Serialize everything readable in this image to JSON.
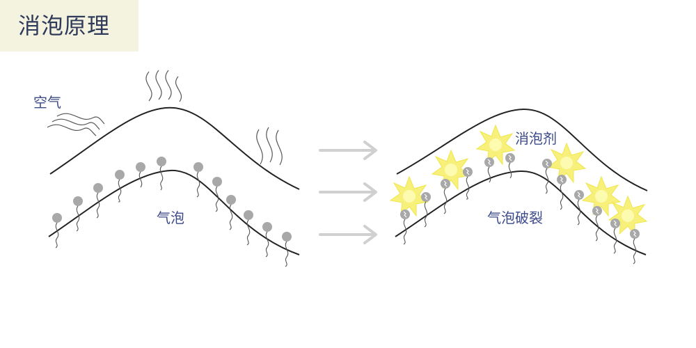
{
  "title": "消泡原理",
  "labels": {
    "air": "空气",
    "bubble": "气泡",
    "defoamer": "消泡剂",
    "bubble_burst": "气泡破裂"
  },
  "colors": {
    "title_bg": "#f3f3e0",
    "title_text": "#2f3a5a",
    "label_text": "#3c4a8a",
    "surfactant_head": "#a8a8a8",
    "arrow": "#d0d0d0",
    "burst_fill": "#f7f07a"
  },
  "icons": [
    "air-wave-icon",
    "right-arrow-icon",
    "surfactant-molecule-icon",
    "burst-star-icon"
  ]
}
